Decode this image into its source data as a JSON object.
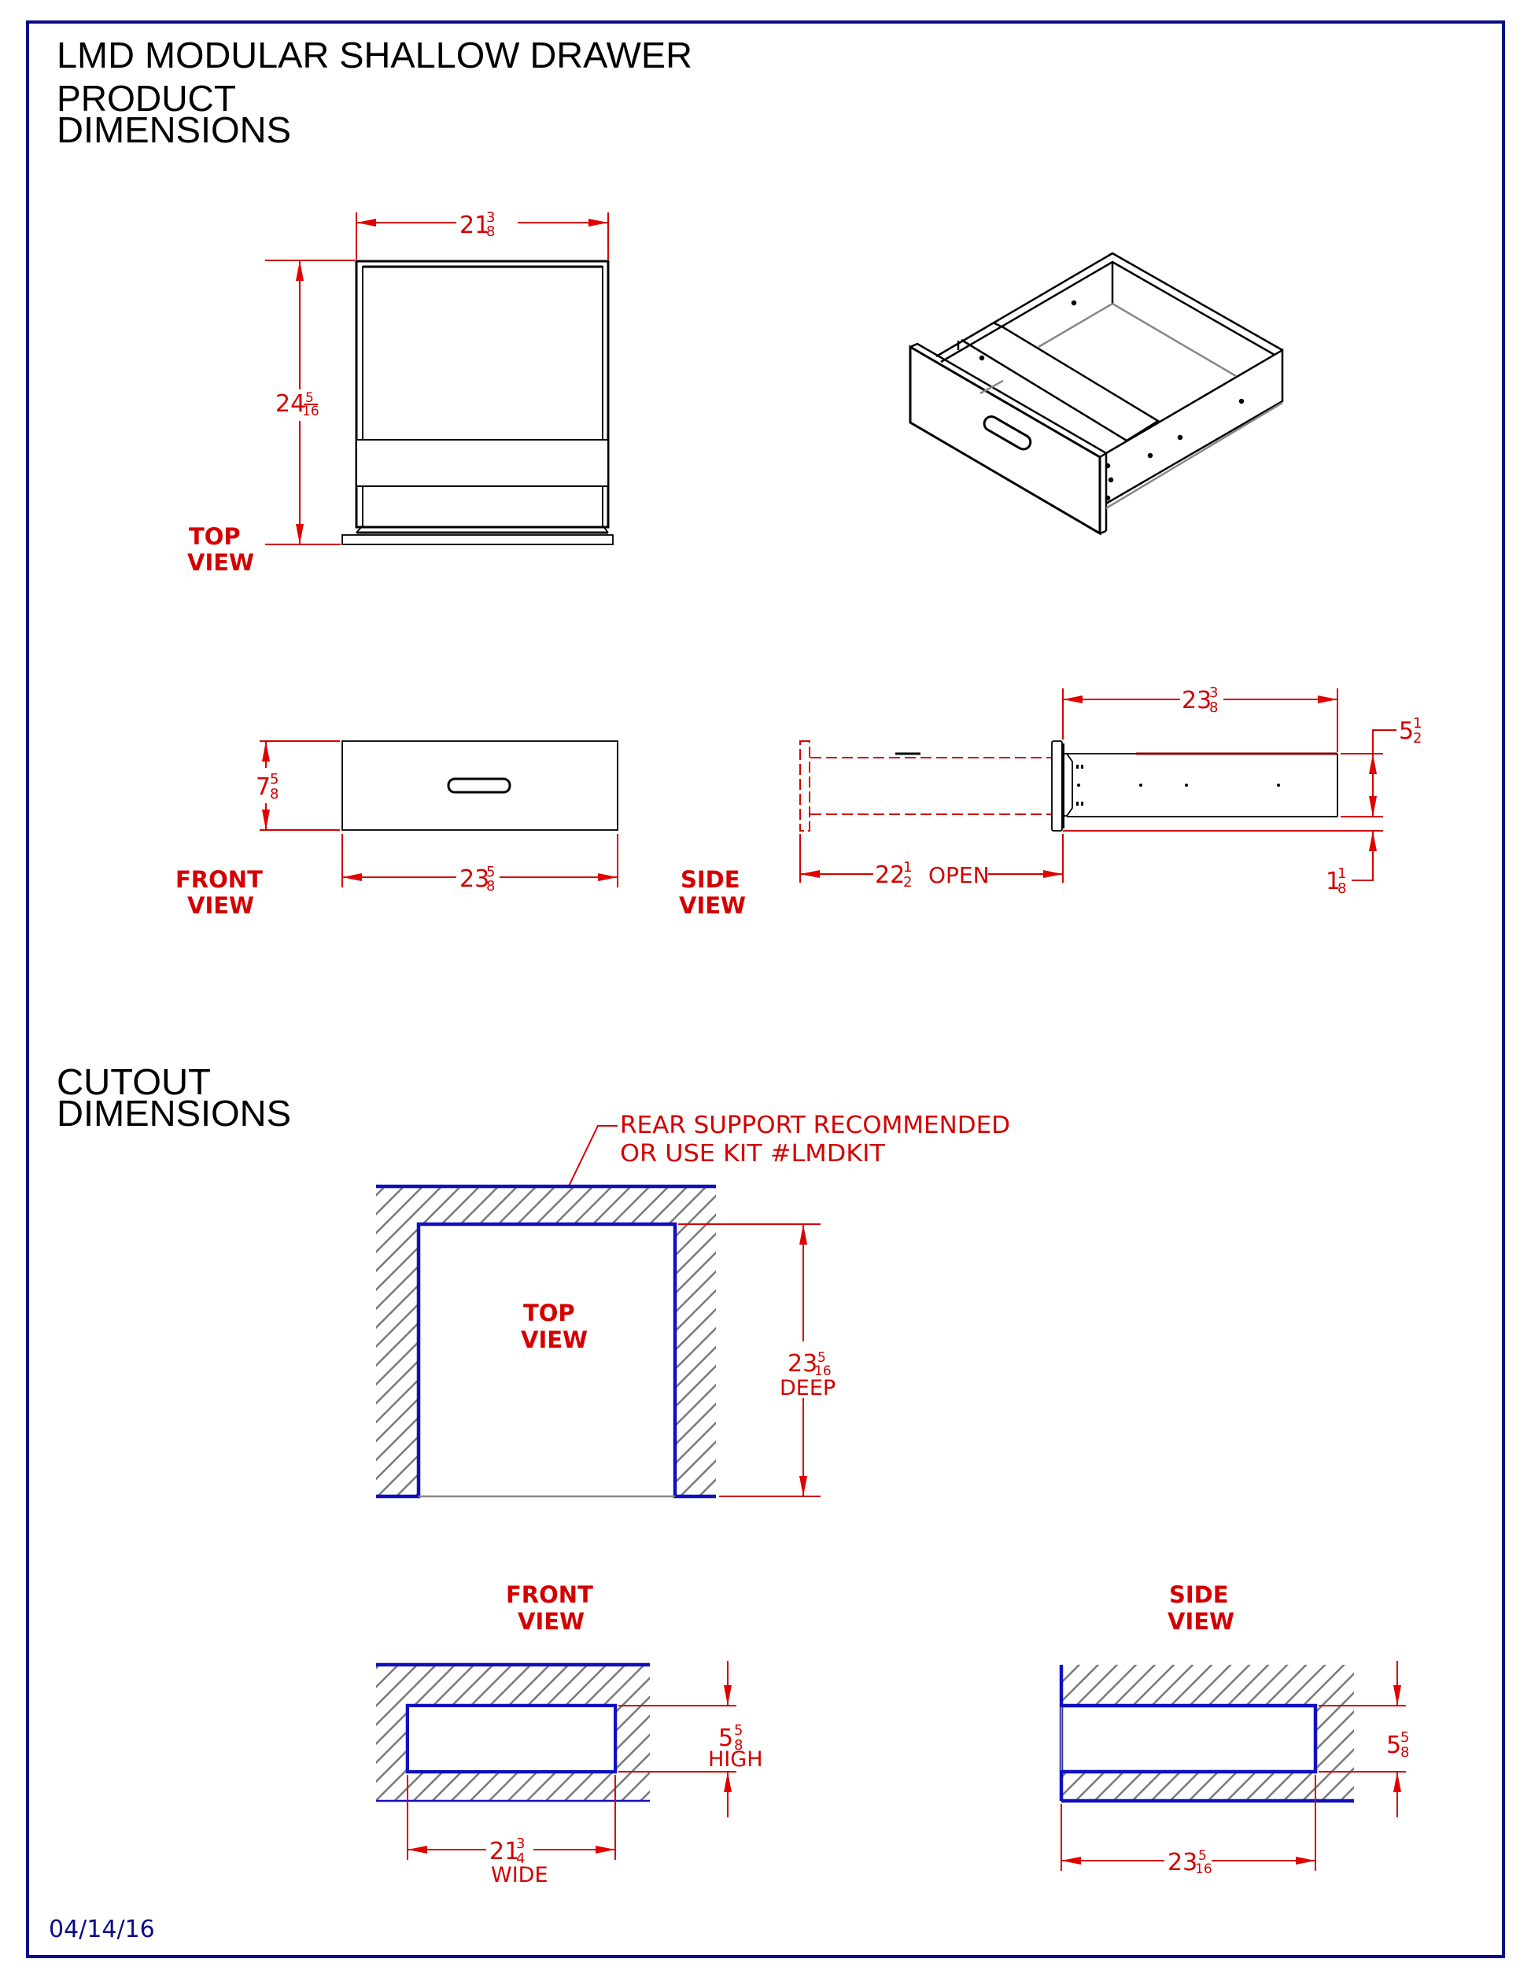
{
  "header": {
    "title": "LMD MODULAR SHALLOW DRAWER",
    "section1_line1": "PRODUCT",
    "section1_line2": "DIMENSIONS"
  },
  "product": {
    "top_view": {
      "label_line1": "TOP",
      "label_line2": "VIEW",
      "width": {
        "whole": "21",
        "num": "3",
        "den": "8"
      },
      "depth": {
        "whole": "24",
        "num": "5",
        "den": "16"
      }
    },
    "front_view": {
      "label_line1": "FRONT",
      "label_line2": "VIEW",
      "height": {
        "whole": "7",
        "num": "5",
        "den": "8"
      },
      "width": {
        "whole": "23",
        "num": "5",
        "den": "8"
      }
    },
    "side_view": {
      "label_line1": "SIDE",
      "label_line2": "VIEW",
      "depth": {
        "whole": "23",
        "num": "3",
        "den": "8"
      },
      "open": {
        "whole": "22",
        "num": "1",
        "den": "2",
        "suffix": "OPEN"
      },
      "body_height": {
        "whole": "5",
        "num": "1",
        "den": "2"
      },
      "bottom_offset": {
        "whole": "1",
        "num": "1",
        "den": "8"
      }
    }
  },
  "cutout": {
    "section_line1": "CUTOUT",
    "section_line2": "DIMENSIONS",
    "note_line1": "REAR SUPPORT RECOMMENDED",
    "note_line2": "OR USE KIT #LMDKIT",
    "top_view": {
      "label_line1": "TOP",
      "label_line2": "VIEW",
      "depth": {
        "whole": "23",
        "num": "5",
        "den": "16",
        "suffix": "DEEP"
      }
    },
    "front_view": {
      "label_line1": "FRONT",
      "label_line2": "VIEW",
      "height": {
        "whole": "5",
        "num": "5",
        "den": "8",
        "suffix": "HIGH"
      },
      "width": {
        "whole": "21",
        "num": "3",
        "den": "4",
        "suffix": "WIDE"
      }
    },
    "side_view": {
      "label_line1": "SIDE",
      "label_line2": "VIEW",
      "height": {
        "whole": "5",
        "num": "5",
        "den": "8"
      },
      "depth": {
        "whole": "23",
        "num": "5",
        "den": "16"
      }
    }
  },
  "footer": {
    "date": "04/14/16"
  },
  "colors": {
    "border": "#0a0a8a",
    "dimension": "#d40000",
    "cutout_edge": "#1010c0",
    "hatch": "#777777"
  }
}
